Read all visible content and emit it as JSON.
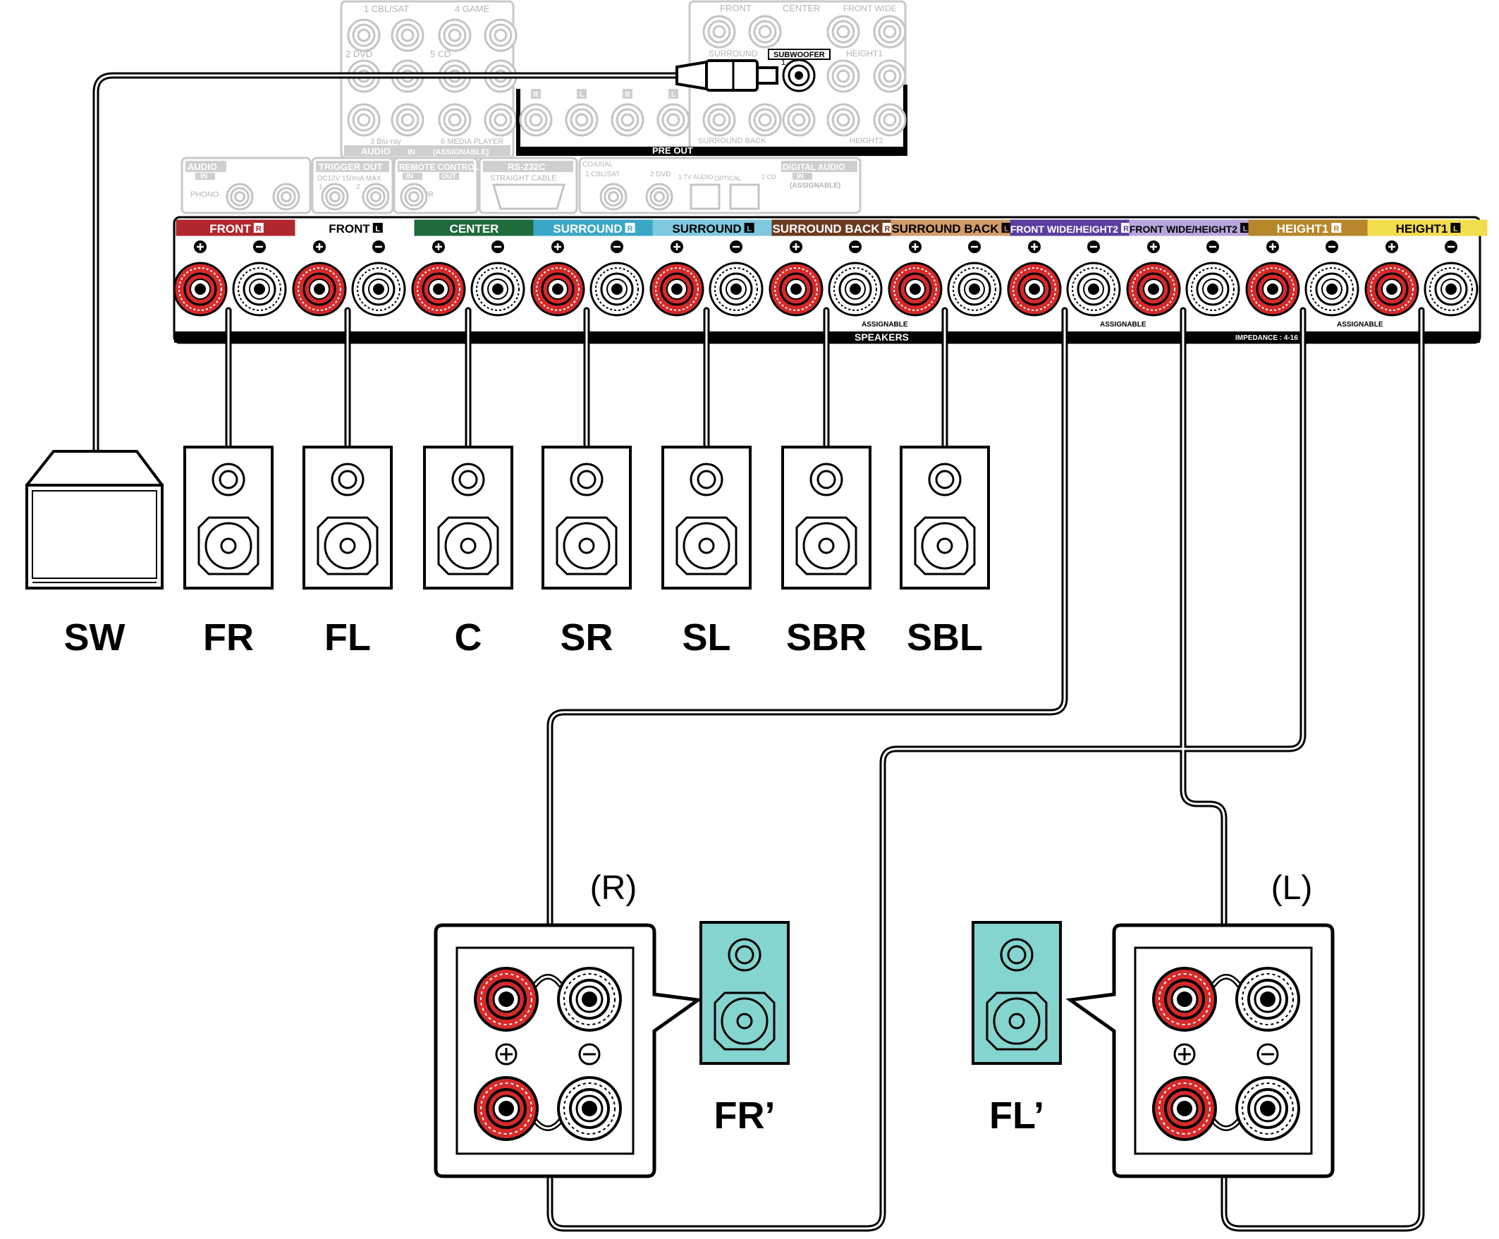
{
  "receiver_upper": {
    "inputs_top": [
      "1 CBL/SAT",
      "4 GAME",
      "2 DVD",
      "5 CD",
      "3 Blu-ray",
      "6 MEDIA PLAYER"
    ],
    "audio_in_label": "AUDIO",
    "audio_in_tag": "IN",
    "assignable_label": "(ASSIGNABLE)",
    "preout_front": "FRONT",
    "preout_center": "CENTER",
    "preout_front_wide": "FRONT WIDE",
    "preout_surround": "SURROUND",
    "preout_subwoofer": "SUBWOOFER",
    "preout_height1": "HEIGHT1",
    "preout_surround_back": "SURROUND BACK",
    "preout_height2": "HEIGHT2",
    "preout_label": "PRE OUT",
    "rl": [
      "R",
      "L",
      "R",
      "L"
    ]
  },
  "receiver_middle": {
    "phono_group": "AUDIO",
    "phono_in": "IN",
    "phono": "PHONO",
    "trigger": "TRIGGER OUT",
    "trigger_spec": "DC12V 150mA MAX.",
    "trigger_nums": [
      "1",
      "2"
    ],
    "remote": "REMOTE CONTROL",
    "remote_in": "IN",
    "remote_out": "OUT",
    "remote_ir": "IR",
    "rs232": "RS-232C",
    "rs232_sub": "STRAIGHT CABLE",
    "coaxial": "COAXIAL",
    "coax_1": "1 CBL/SAT",
    "coax_2": "2 DVD",
    "tv_audio": "1 TV AUDIO",
    "optical": "OPTICAL",
    "cd": "2 CD",
    "digital_audio": "DIGITAL AUDIO",
    "digital_in": "IN",
    "digital_assignable": "(ASSIGNABLE)"
  },
  "speaker_terminals": {
    "channels": [
      {
        "label": "FRONT",
        "side": "R",
        "color": "#b1272d",
        "text_color": "#ffffff"
      },
      {
        "label": "FRONT",
        "side": "L",
        "color": "#ffffff",
        "text_color": "#000000"
      },
      {
        "label": "CENTER",
        "side": "",
        "color": "#1e6b3c",
        "text_color": "#ffffff"
      },
      {
        "label": "SURROUND",
        "side": "R",
        "color": "#3aa7c9",
        "text_color": "#ffffff"
      },
      {
        "label": "SURROUND",
        "side": "L",
        "color": "#7ec8e0",
        "text_color": "#000000"
      },
      {
        "label": "SURROUND BACK",
        "side": "R",
        "color": "#6b3a1f",
        "text_color": "#ffffff"
      },
      {
        "label": "SURROUND BACK",
        "side": "L",
        "color": "#d39b6a",
        "text_color": "#000000"
      },
      {
        "label": "FRONT WIDE/HEIGHT2",
        "side": "R",
        "color": "#5a3fa0",
        "text_color": "#ffffff"
      },
      {
        "label": "FRONT WIDE/HEIGHT2",
        "side": "L",
        "color": "#b7a6dc",
        "text_color": "#000000"
      },
      {
        "label": "HEIGHT1",
        "side": "R",
        "color": "#b8862b",
        "text_color": "#ffffff"
      },
      {
        "label": "HEIGHT1",
        "side": "L",
        "color": "#f2dd4c",
        "text_color": "#000000"
      }
    ],
    "assignable": "ASSIGNABLE",
    "speakers": "SPEAKERS",
    "impedance": "IMPEDANCE : 4-16 Ω"
  },
  "speakers": {
    "subwoofer": "SW",
    "labels": [
      "FR",
      "FL",
      "C",
      "SR",
      "SL",
      "SBR",
      "SBL"
    ]
  },
  "bi_amp": {
    "right_side": "(R)",
    "left_side": "(L)",
    "right_label": "FR’",
    "left_label": "FL’",
    "speaker_color": "#84d4cf"
  }
}
